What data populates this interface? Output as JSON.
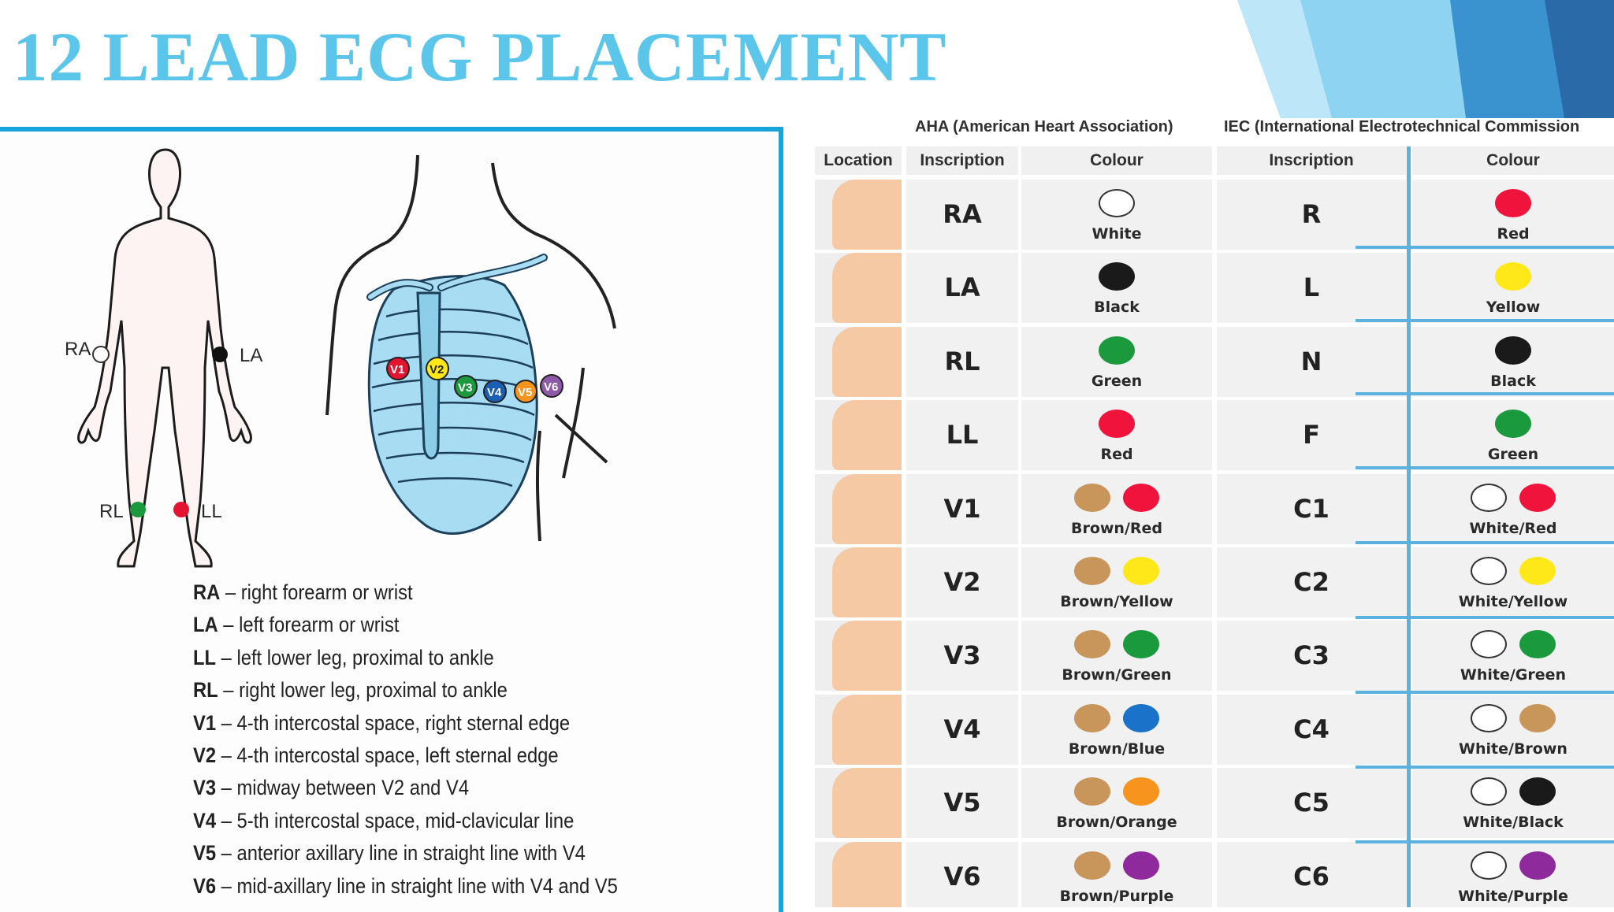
{
  "title": "12 LEAD ECG PLACEMENT",
  "colors": {
    "title": "#5bc6ea",
    "panel_border": "#1aa3d9",
    "deco_light": "#7fcdf0",
    "deco_mid": "#3a93cf",
    "deco_dark": "#2a6aa8"
  },
  "figure": {
    "body_labels": {
      "ra": "RA",
      "la": "LA",
      "rl": "RL",
      "ll": "LL"
    },
    "chest_labels": [
      "V1",
      "V2",
      "V3",
      "V4",
      "V5",
      "V6"
    ]
  },
  "legend": [
    {
      "code": "RA",
      "text": "right forearm or wrist"
    },
    {
      "code": "LA",
      "text": "left forearm or wrist"
    },
    {
      "code": "LL",
      "text": "left lower leg, proximal to ankle"
    },
    {
      "code": "RL",
      "text": "right lower leg, proximal to ankle"
    },
    {
      "code": "V1",
      "text": "4-th intercostal space, right sternal edge"
    },
    {
      "code": "V2",
      "text": "4-th intercostal space, left sternal edge"
    },
    {
      "code": "V3",
      "text": "midway between V2 and V4"
    },
    {
      "code": "V4",
      "text": "5-th intercostal space, mid-clavicular line"
    },
    {
      "code": "V5",
      "text": "anterior axillary line in straight line with V4"
    },
    {
      "code": "V6",
      "text": "mid-axillary line in straight line with V4 and V5"
    }
  ],
  "table": {
    "group_headers": {
      "aha": "AHA (American Heart Association)",
      "iec": "IEC (International Electrotechnical Commission"
    },
    "columns": {
      "location": "Location",
      "aha_inscription": "Inscription",
      "aha_colour": "Colour",
      "iec_inscription": "Inscription",
      "iec_colour": "Colour"
    },
    "rows": [
      {
        "aha": "RA",
        "aha_colour": "White",
        "aha_dots": [
          "white"
        ],
        "iec": "R",
        "iec_colour": "Red",
        "iec_dots": [
          "red"
        ]
      },
      {
        "aha": "LA",
        "aha_colour": "Black",
        "aha_dots": [
          "black"
        ],
        "iec": "L",
        "iec_colour": "Yellow",
        "iec_dots": [
          "yellow"
        ]
      },
      {
        "aha": "RL",
        "aha_colour": "Green",
        "aha_dots": [
          "green"
        ],
        "iec": "N",
        "iec_colour": "Black",
        "iec_dots": [
          "black"
        ]
      },
      {
        "aha": "LL",
        "aha_colour": "Red",
        "aha_dots": [
          "red"
        ],
        "iec": "F",
        "iec_colour": "Green",
        "iec_dots": [
          "green"
        ]
      },
      {
        "aha": "V1",
        "aha_colour": "Brown/Red",
        "aha_dots": [
          "brown",
          "red"
        ],
        "iec": "C1",
        "iec_colour": "White/Red",
        "iec_dots": [
          "white",
          "red"
        ]
      },
      {
        "aha": "V2",
        "aha_colour": "Brown/Yellow",
        "aha_dots": [
          "brown",
          "yellow"
        ],
        "iec": "C2",
        "iec_colour": "White/Yellow",
        "iec_dots": [
          "white",
          "yellow"
        ]
      },
      {
        "aha": "V3",
        "aha_colour": "Brown/Green",
        "aha_dots": [
          "brown",
          "green"
        ],
        "iec": "C3",
        "iec_colour": "White/Green",
        "iec_dots": [
          "white",
          "green"
        ]
      },
      {
        "aha": "V4",
        "aha_colour": "Brown/Blue",
        "aha_dots": [
          "brown",
          "blue"
        ],
        "iec": "C4",
        "iec_colour": "White/Brown",
        "iec_dots": [
          "white",
          "brown"
        ]
      },
      {
        "aha": "V5",
        "aha_colour": "Brown/Orange",
        "aha_dots": [
          "brown",
          "orange"
        ],
        "iec": "C5",
        "iec_colour": "White/Black",
        "iec_dots": [
          "white",
          "black"
        ]
      },
      {
        "aha": "V6",
        "aha_colour": "Brown/Purple",
        "aha_dots": [
          "brown",
          "purple"
        ],
        "iec": "C6",
        "iec_colour": "White/Purple",
        "iec_dots": [
          "white",
          "purple"
        ]
      }
    ],
    "dot_colors": {
      "white": "#ffffff",
      "black": "#1a1a1a",
      "green": "#1a9a3c",
      "red": "#f0143c",
      "yellow": "#ffe81a",
      "brown": "#c8955a",
      "blue": "#1a73c8",
      "orange": "#f7941d",
      "purple": "#8e2a9c"
    }
  }
}
